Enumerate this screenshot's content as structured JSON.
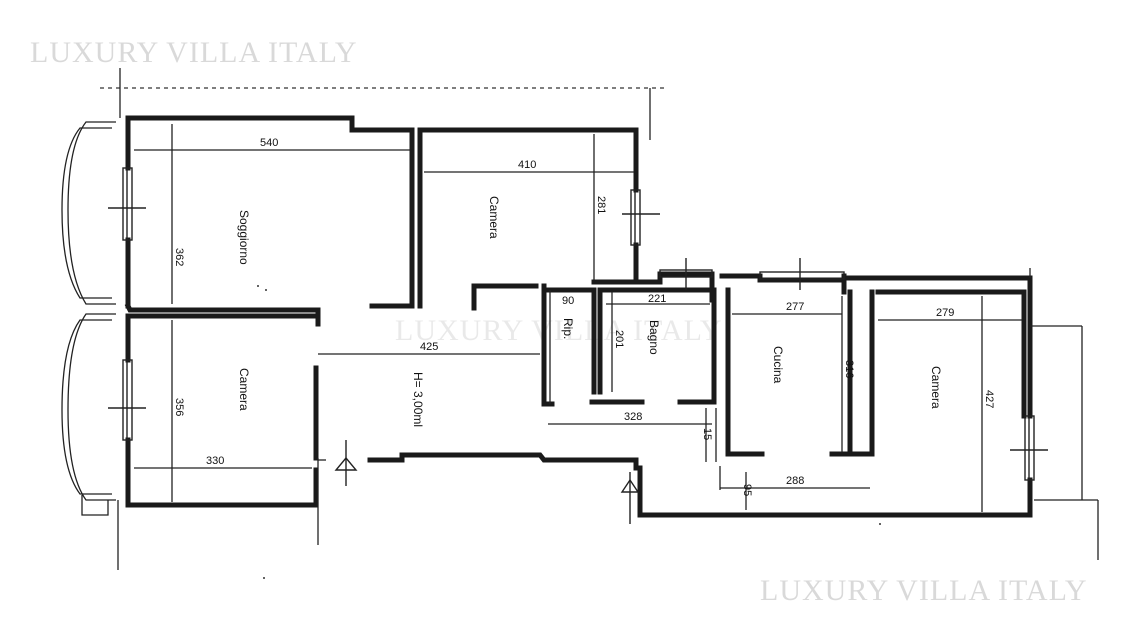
{
  "watermarks": {
    "top_left": "LUXURY VILLA ITALY",
    "center": "LUXURY VILLA ITALY",
    "bottom_right": "LUXURY VILLA ITALY"
  },
  "rooms": {
    "soggiorno": "Soggiorno",
    "camera_left": "Camera",
    "camera_top": "Camera",
    "rip": "Rip.",
    "bagno": "Bagno",
    "cucina": "Cucina",
    "camera_right": "Camera"
  },
  "height_note": "H= 3,00ml",
  "dimensions": {
    "soggiorno_width": "540",
    "soggiorno_depth": "362",
    "camera_top_width": "410",
    "camera_top_depth": "281",
    "corridor_length": "425",
    "camera_left_depth": "356",
    "camera_left_width": "330",
    "rip_width": "90",
    "bagno_width": "221",
    "bagno_depth": "201",
    "lower_span": "328",
    "small_15": "15",
    "cucina_width": "277",
    "cucina_depth": "316",
    "cucina_lower": "288",
    "small_95": "95",
    "camera_right_width": "279",
    "camera_right_depth": "427"
  }
}
